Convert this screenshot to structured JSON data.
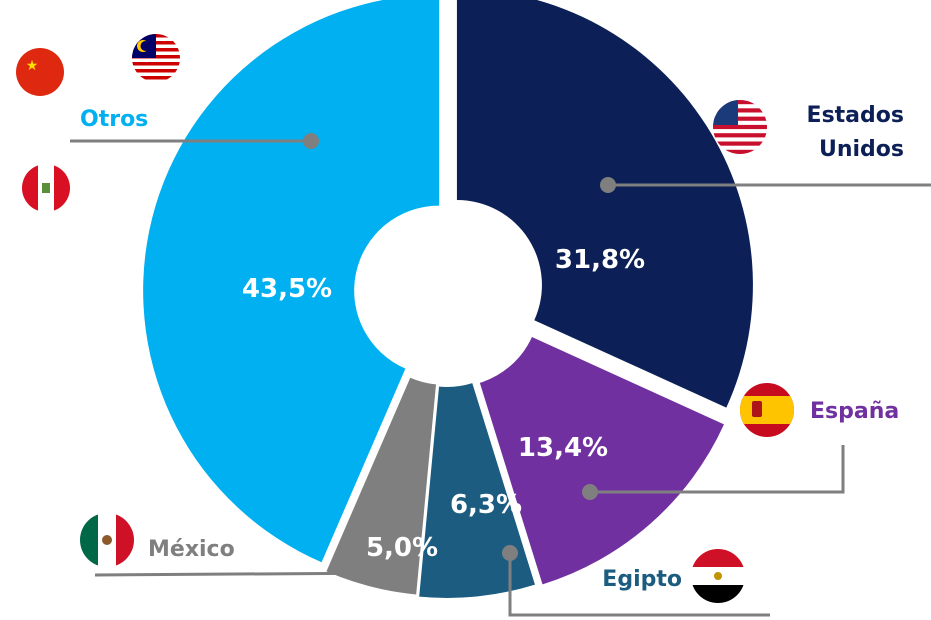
{
  "chart_data": {
    "type": "pie",
    "title": "",
    "categories": [
      "Estados Unidos",
      "España",
      "Egipto",
      "México",
      "Otros"
    ],
    "values": [
      31.8,
      13.4,
      6.3,
      5.0,
      43.5
    ],
    "value_labels": [
      "31,8%",
      "13,4%",
      "6,3%",
      "5,0%",
      "43,5%"
    ],
    "colors": [
      "#0c2057",
      "#7030a0",
      "#1b5c80",
      "#7f7f7f",
      "#00b0f0"
    ],
    "legend": {
      "estados_line1": "Estados",
      "estados_line2": "Unidos",
      "espana": "España",
      "egipto": "Egipto",
      "mexico": "México",
      "otros": "Otros"
    },
    "flags": {
      "estados_unidos": "usa-flag-icon",
      "espana": "spain-flag-icon",
      "egipto": "egypt-flag-icon",
      "mexico": "mexico-flag-icon",
      "otros": [
        "china-flag-icon",
        "malaysia-flag-icon",
        "peru-flag-icon"
      ]
    },
    "legend_placement": "outside-callouts",
    "grid": false
  }
}
